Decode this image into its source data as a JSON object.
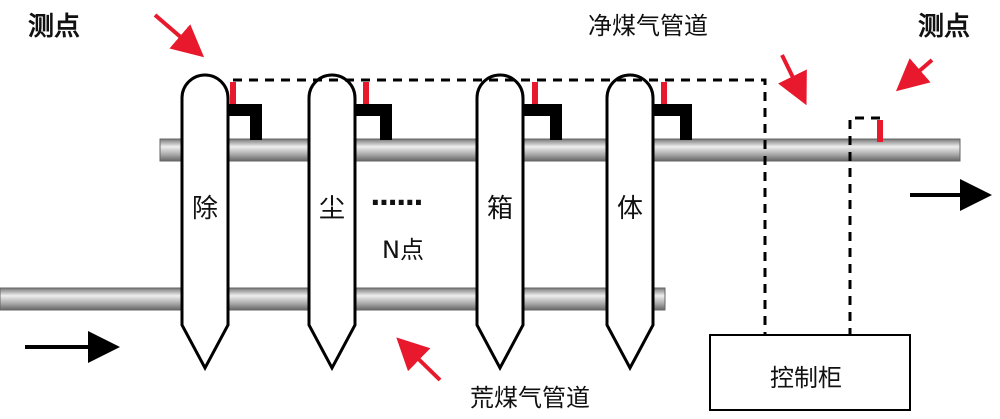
{
  "labels": {
    "measure_point_left": "测点",
    "measure_point_right": "测点",
    "clean_gas_pipe": "净煤气管道",
    "raw_gas_pipe": "荒煤气管道",
    "n_points": "N点",
    "dots": "······",
    "control_cabinet": "控制柜"
  },
  "bags": [
    "除",
    "尘",
    "箱",
    "体"
  ],
  "colors": {
    "sensor": "#e8192c",
    "arrow": "#e8192c"
  }
}
